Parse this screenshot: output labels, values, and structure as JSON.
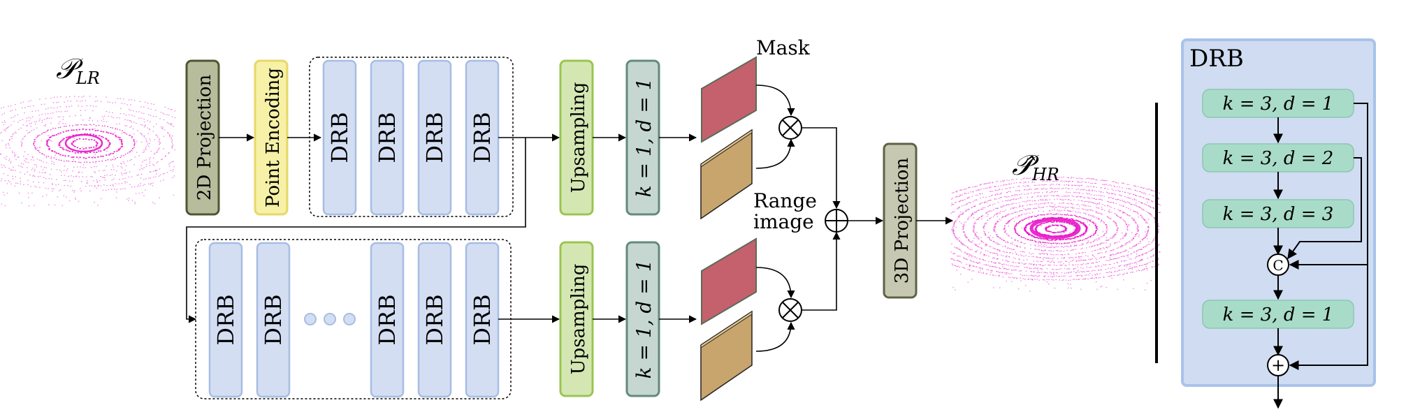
{
  "inputs": {
    "lr_label": "𝒫",
    "lr_sub": "LR",
    "hr_label": "𝒫̂",
    "hr_sub": "HR"
  },
  "blocks": {
    "projection_2d": "2D Projection",
    "point_encoding": "Point Encoding",
    "drb": "DRB",
    "upsampling": "Upsampling",
    "conv_k1": "k = 1, d = 1",
    "projection_3d": "3D Projection"
  },
  "labels": {
    "mask": "Mask",
    "range_line1": "Range",
    "range_line2": "image"
  },
  "drb_detail": {
    "title": "DRB",
    "layers": [
      "k = 3, d = 1",
      "k = 3, d = 2",
      "k = 3, d = 3",
      "k = 3, d = 1"
    ],
    "concat_symbol": "C",
    "add_symbol": "+"
  },
  "colors": {
    "projection_2d": "#b7bc9c",
    "point_encoding": "#f6f1a6",
    "drb": "#d4def3",
    "upsampling": "#d4e7b3",
    "conv": "#c5d7d0",
    "projection_3d": "#c7c8b1",
    "mask": "#c4616c",
    "range": "#c8a56d",
    "drb_panel": "#cfdcf1",
    "drb_layer": "#a9dcc8",
    "points": "#e815c8"
  }
}
